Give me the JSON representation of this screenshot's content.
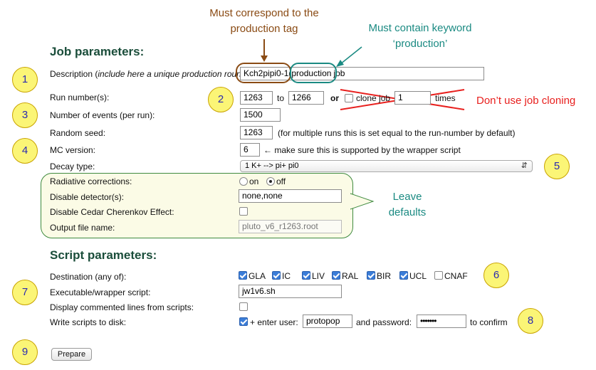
{
  "job_section": {
    "title": "Job parameters:",
    "description": {
      "label": "Description (",
      "hint": "include here a unique production round identifier",
      "label_end": "):",
      "prefix_value": "Kch2pipi0-1(",
      "keyword_value": "production",
      "suffix_value": "job"
    },
    "run_numbers": {
      "label": "Run number(s):",
      "from": "1263",
      "to_label": "to",
      "to": "1266",
      "or_label": "or",
      "clone_label": "clone job",
      "clone_value": "1",
      "times_label": "times"
    },
    "events": {
      "label": "Number of events (per run):",
      "value": "1500"
    },
    "seed": {
      "label": "Random seed:",
      "value": "1263",
      "note": "(for multiple runs this is set equal to the run-number by default)"
    },
    "mc_version": {
      "label": "MC version:",
      "value": "6",
      "note": "← make sure this is supported by the wrapper script"
    },
    "decay_type": {
      "label": "Decay type:",
      "value": "1 K+ --> pi+ pi0"
    },
    "radiative": {
      "label": "Radiative corrections:",
      "on_label": "on",
      "off_label": "off",
      "selected": "off"
    },
    "disable_detectors": {
      "label": "Disable detector(s):",
      "value": "none,none"
    },
    "disable_cedar": {
      "label": "Disable Cedar Cherenkov Effect:",
      "checked": false
    },
    "output_file": {
      "label": "Output file name:",
      "value": "pluto_v6_r1263.root"
    }
  },
  "script_section": {
    "title": "Script parameters:",
    "destination": {
      "label": "Destination (any of):",
      "sites": [
        {
          "name": "GLA",
          "checked": true
        },
        {
          "name": "IC",
          "checked": true
        },
        {
          "name": "LIV",
          "checked": true
        },
        {
          "name": "RAL",
          "checked": true
        },
        {
          "name": "BIR",
          "checked": true
        },
        {
          "name": "UCL",
          "checked": true
        },
        {
          "name": "CNAF",
          "checked": false
        }
      ]
    },
    "executable": {
      "label": "Executable/wrapper script:",
      "value": "jw1v6.sh"
    },
    "display_commented": {
      "label": "Display commented lines from scripts:",
      "checked": false
    },
    "write_scripts": {
      "label": "Write scripts to disk:",
      "checked": true,
      "user_label": "+ enter user:",
      "user_value": "protopop",
      "password_label": "and password:",
      "password_value": "•••••••",
      "confirm_label": "to confirm"
    },
    "prepare_button": "Prepare"
  },
  "annotations": {
    "production_tag": "Must correspond to the production tag",
    "keyword": "Must contain keyword ‘production’",
    "no_cloning": "Don’t use job cloning",
    "defaults": "Leave defaults",
    "colors": {
      "brown": "#8a4b14",
      "teal": "#1a8a82",
      "red": "#e8201e",
      "circle": "#fbf576"
    },
    "numbers": [
      "1",
      "2",
      "3",
      "4",
      "5",
      "6",
      "7",
      "8",
      "9"
    ]
  }
}
